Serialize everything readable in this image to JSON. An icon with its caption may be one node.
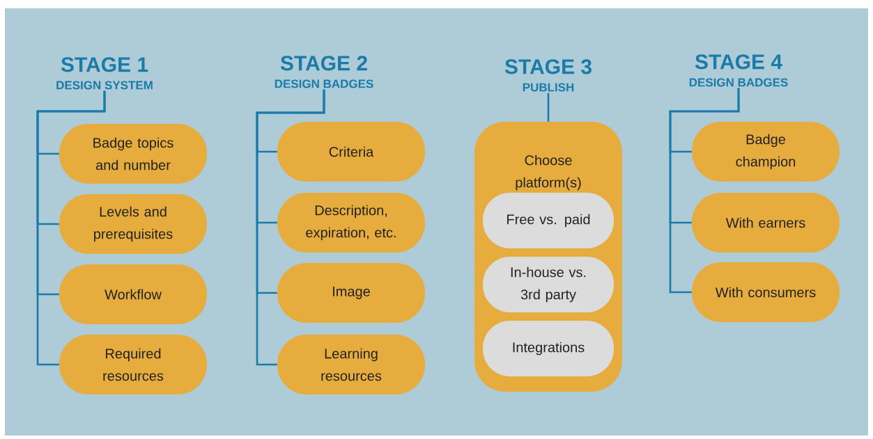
{
  "diagram": {
    "nodes": [
      {
        "text": [
          "STAGE 1",
          "DESIGN SYSTEM"
        ]
      },
      {
        "text": [
          "Badge topics and number"
        ]
      },
      {
        "text": [
          "Levels and prerequisites"
        ]
      },
      {
        "text": [
          "Workflow"
        ]
      },
      {
        "text": [
          "Required resources"
        ]
      },
      {
        "text": [
          "STAGE 2",
          "DESIGN BADGES"
        ]
      },
      {
        "text": [
          "Criteria"
        ]
      },
      {
        "text": [
          "Description, expiration, etc."
        ]
      },
      {
        "text": [
          "Image"
        ]
      },
      {
        "text": [
          "Learning resources"
        ]
      },
      {
        "text": [
          "STAGE 3",
          "PUBLISH"
        ]
      },
      {
        "text": [
          "Choose platform(s)"
        ]
      },
      {
        "text": [
          "Free vs. paid"
        ],
        "in": 11
      },
      {
        "text": [
          "In-house vs. 3rd party"
        ],
        "in": 11
      },
      {
        "text": [
          "Integrations"
        ],
        "in": 11
      },
      {
        "text": [
          "STAGE 4",
          "DESIGN BADGES"
        ]
      },
      {
        "text": [
          "Badge champion"
        ]
      },
      {
        "text": [
          "With earners"
        ]
      },
      {
        "text": [
          "With consumers"
        ]
      }
    ],
    "edges": [
      {
        "from": 0,
        "to": 1,
        "arrow": "none"
      },
      {
        "from": 0,
        "to": 2,
        "arrow": "none"
      },
      {
        "from": 0,
        "to": 3,
        "arrow": "none"
      },
      {
        "from": 0,
        "to": 4,
        "arrow": "none"
      },
      {
        "from": 5,
        "to": 6,
        "arrow": "none"
      },
      {
        "from": 5,
        "to": 7,
        "arrow": "none"
      },
      {
        "from": 5,
        "to": 8,
        "arrow": "none"
      },
      {
        "from": 5,
        "to": 9,
        "arrow": "none"
      },
      {
        "from": 10,
        "to": 11,
        "arrow": "none"
      },
      {
        "from": 15,
        "to": 16,
        "arrow": "none"
      },
      {
        "from": 15,
        "to": 17,
        "arrow": "none"
      },
      {
        "from": 15,
        "to": 18,
        "arrow": "none"
      }
    ]
  }
}
